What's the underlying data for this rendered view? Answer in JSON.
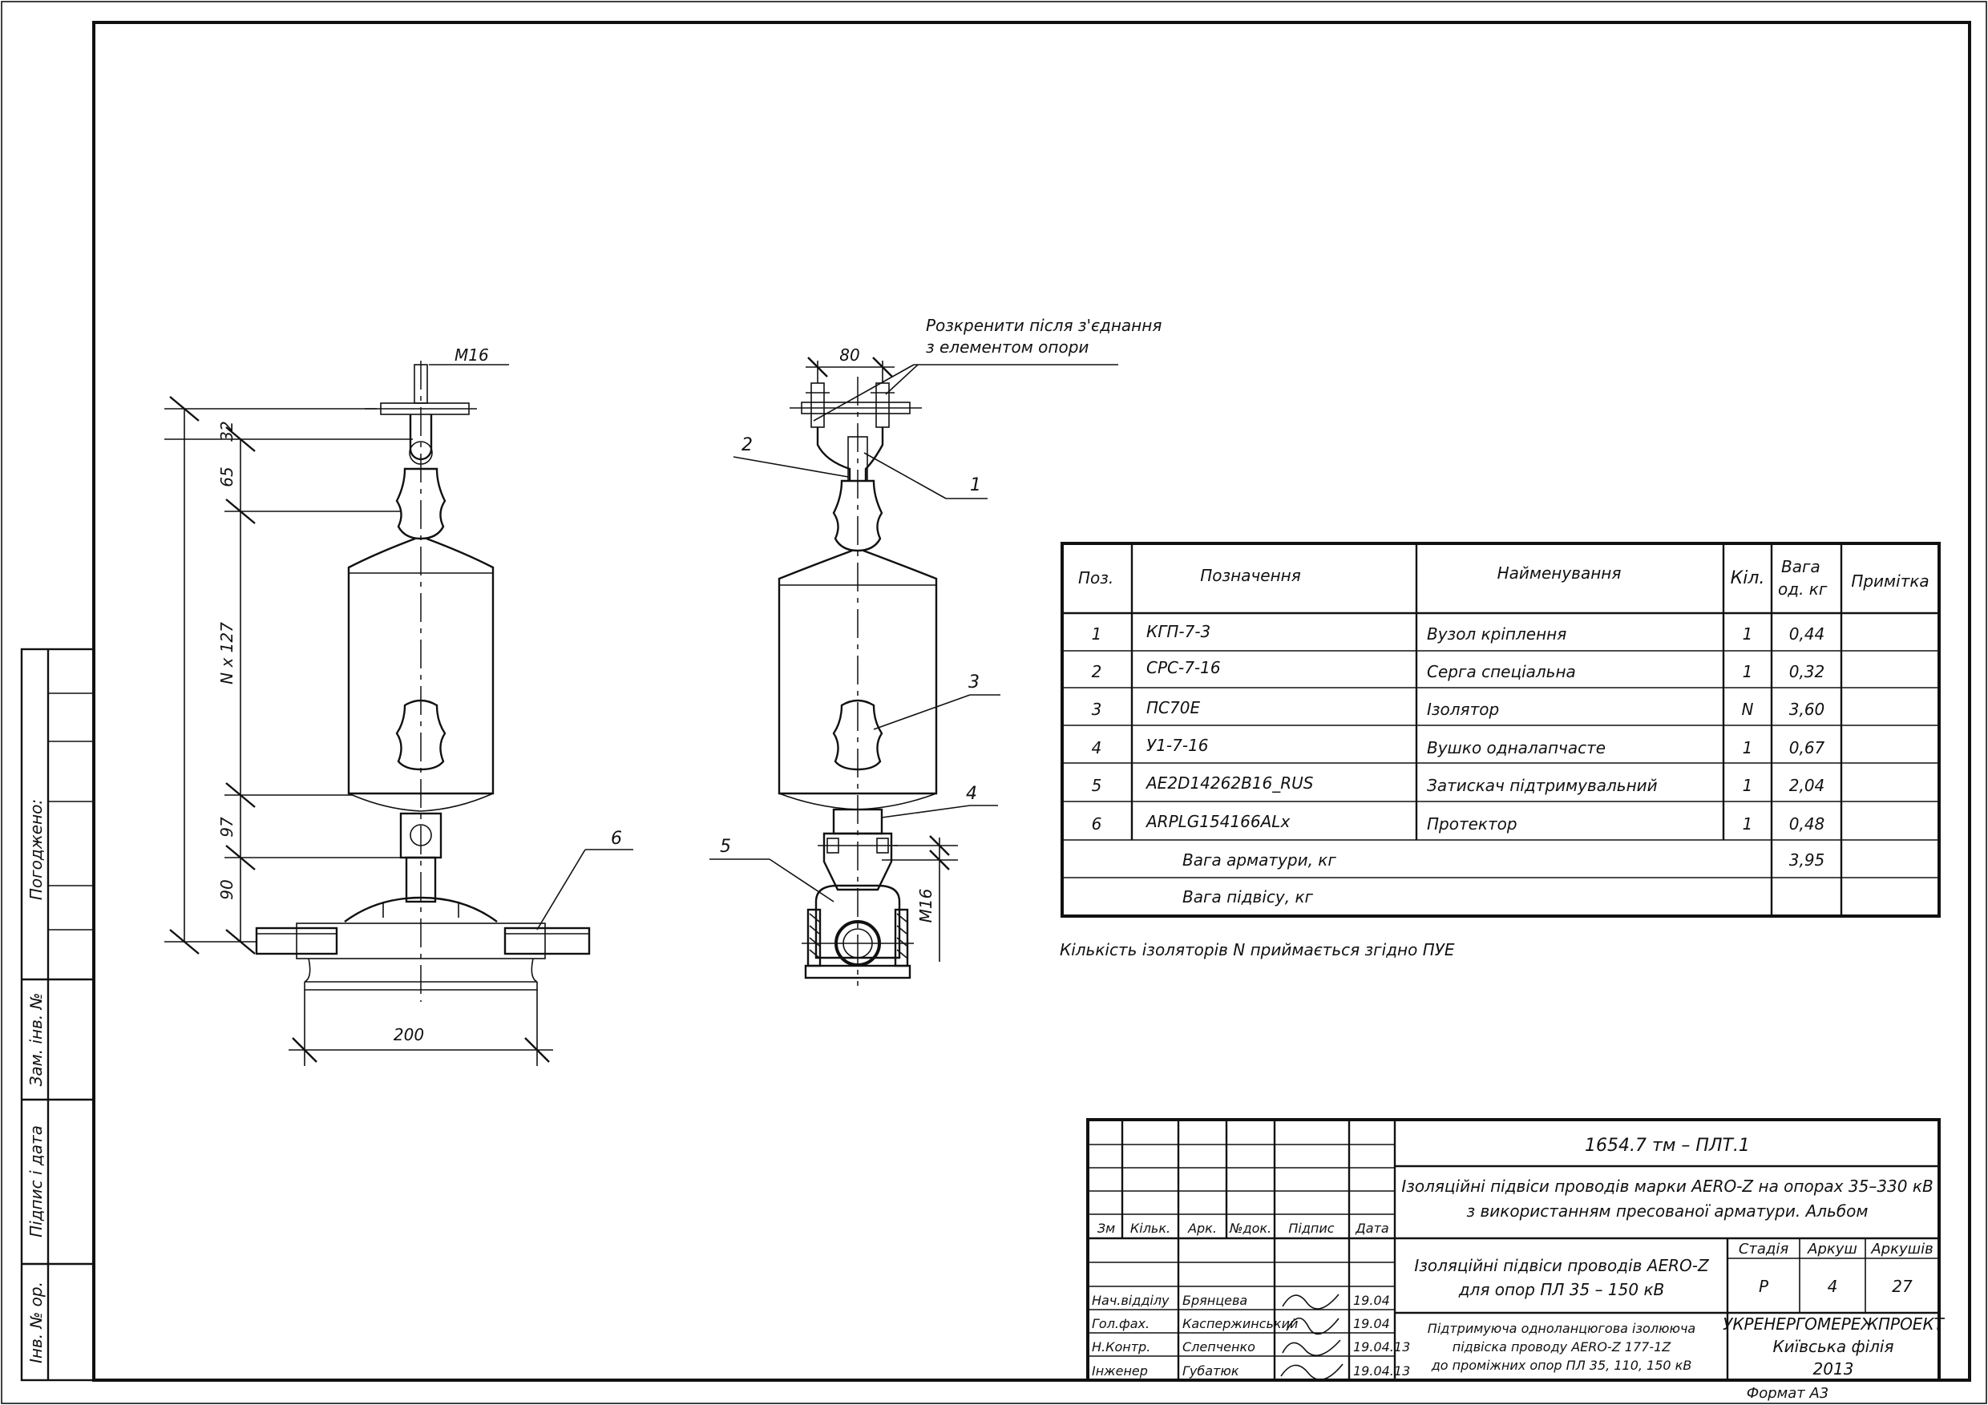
{
  "drawing": {
    "dims": {
      "m16_top": "M16",
      "d32": "32",
      "d65": "65",
      "n_x_127": "N x 127",
      "d97": "97",
      "d90": "90",
      "d200": "200",
      "d80": "80",
      "m16_right": "M16"
    },
    "note_top": [
      "Розкренити після з'єднання",
      "з елементом опори"
    ],
    "positions": [
      "1",
      "2",
      "3",
      "4",
      "5",
      "6"
    ]
  },
  "spec_table": {
    "headers": {
      "pos": "Поз.",
      "designation": "Позначення",
      "name": "Найменування",
      "qty": "Кіл.",
      "weight_1": "Вага",
      "weight_2": "од. кг",
      "note": "Примітка"
    },
    "rows": [
      {
        "pos": "1",
        "designation": "КГП-7-3",
        "name": "Вузол кріплення",
        "qty": "1",
        "weight": "0,44"
      },
      {
        "pos": "2",
        "designation": "СРС-7-16",
        "name": "Серга спеціальна",
        "qty": "1",
        "weight": "0,32"
      },
      {
        "pos": "3",
        "designation": "ПС70Е",
        "name": "Ізолятор",
        "qty": "N",
        "weight": "3,60"
      },
      {
        "pos": "4",
        "designation": "У1-7-16",
        "name": "Вушко одналапчасте",
        "qty": "1",
        "weight": "0,67"
      },
      {
        "pos": "5",
        "designation": "AE2D14262B16_RUS",
        "name": "Затискач підтримувальний",
        "qty": "1",
        "weight": "2,04"
      },
      {
        "pos": "6",
        "designation": "ARPLG154166ALx",
        "name": "Протектор",
        "qty": "1",
        "weight": "0,48"
      }
    ],
    "total_fittings_label": "Вага арматури, кг",
    "total_fittings_value": "3,95",
    "total_suspension_label": "Вага підвісу, кг",
    "total_suspension_value": ""
  },
  "note_insulators": "Кількість ізоляторів N приймається згідно ПУЕ",
  "left_stamp": {
    "agreed": "Погоджено:",
    "inv_replaced": "Зам. інв. №",
    "signature_date": "Підпис і дата",
    "inv_original": "Інв. № ор."
  },
  "title_block": {
    "doc_code": "1654.7 тм – ПЛТ.1",
    "album_title_1": "Ізоляційні підвіси проводів марки AERO-Z на опорах 35–330 кВ",
    "album_title_2": "з використанням пресованої арматури. Альбом",
    "col_headers": [
      "Зм",
      "Кільк.",
      "Арк.",
      "№док.",
      "Підпис",
      "Дата"
    ],
    "sheet_title_1": "Ізоляційні підвіси проводів AERO-Z",
    "sheet_title_2": "для опор ПЛ 35 – 150 кВ",
    "stage_label": "Стадія",
    "sheet_label": "Аркуш",
    "sheets_label": "Аркушів",
    "stage_value": "Р",
    "sheet_value": "4",
    "sheets_value": "27",
    "persons": [
      {
        "role": "Нач.відділу",
        "name": "Брянцева",
        "date": "19.04"
      },
      {
        "role": "Гол.фах.",
        "name": "Каспержинський",
        "date": "19.04"
      },
      {
        "role": "Н.Контр.",
        "name": "Слепченко",
        "date": "19.04.13"
      },
      {
        "role": "Інженер",
        "name": "Губатюк",
        "date": "19.04.13"
      }
    ],
    "drawing_desc_1": "Підтримуюча одноланцюгова ізолююча",
    "drawing_desc_2": "підвіска проводу AERO-Z 177-1Z",
    "drawing_desc_3": "до проміжних опор ПЛ 35, 110, 150 кВ",
    "org_1": "УКРЕНЕРГОМЕРЕЖПРОЕКТ",
    "org_2": "Київська філія",
    "year": "2013",
    "format": "Формат А3"
  }
}
